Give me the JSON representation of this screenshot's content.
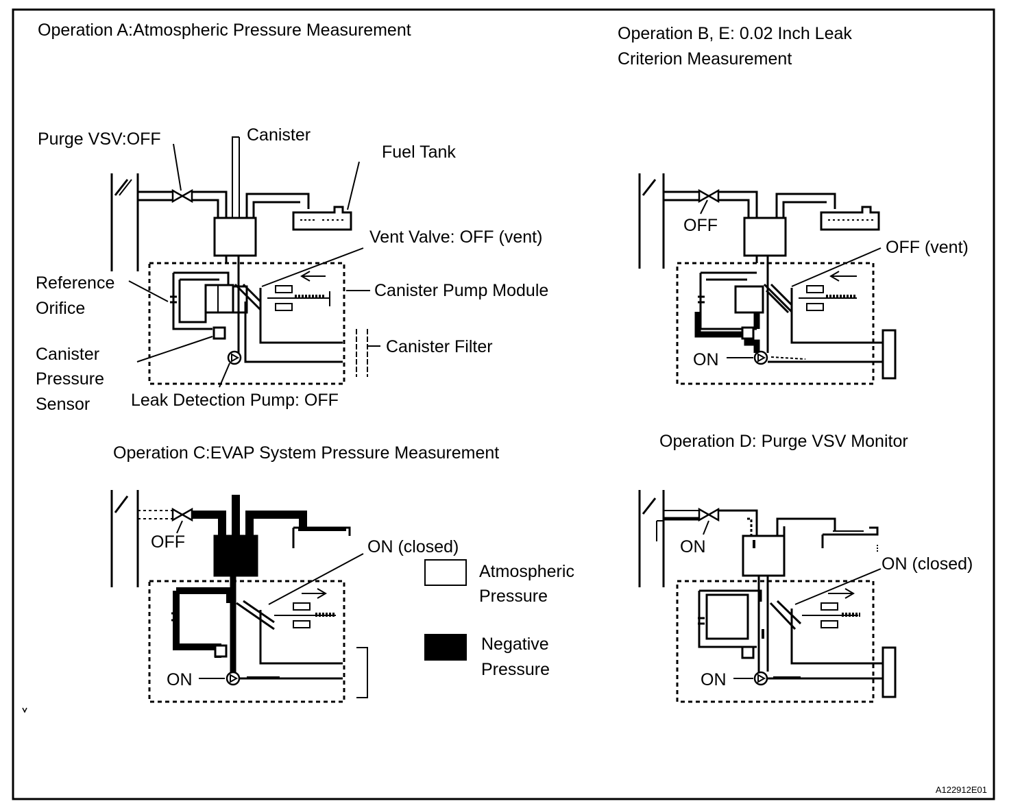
{
  "panels": {
    "a": {
      "title": "Operation A:Atmospheric Pressure Measurement",
      "purge_vsv": "Purge VSV:OFF",
      "canister": "Canister",
      "fuel_tank": "Fuel Tank",
      "vent_valve": "Vent Valve: OFF (vent)",
      "reference_orifice_1": "Reference",
      "reference_orifice_2": "Orifice",
      "canister_pump_module": "Canister Pump Module",
      "canister_filter": "Canister Filter",
      "canister_pressure_sensor_1": "Canister",
      "canister_pressure_sensor_2": "Pressure",
      "canister_pressure_sensor_3": "Sensor",
      "leak_detection_pump": "Leak Detection Pump: OFF"
    },
    "b": {
      "title_line1": "Operation B, E: 0.02 Inch Leak",
      "title_line2": "Criterion Measurement",
      "purge_state": "OFF",
      "vent_state": "OFF (vent)",
      "pump_state": "ON"
    },
    "c": {
      "title": "Operation C:EVAP System Pressure Measurement",
      "purge_state": "OFF",
      "vent_state": "ON (closed)",
      "pump_state": "ON"
    },
    "d": {
      "title": "Operation D: Purge VSV Monitor",
      "purge_state": "ON",
      "vent_state": "ON (closed)",
      "pump_state": "ON"
    }
  },
  "legend": {
    "atmospheric_1": "Atmospheric",
    "atmospheric_2": "Pressure",
    "negative_1": "Negative",
    "negative_2": "Pressure"
  },
  "figure_id": "A122912E01",
  "colors": {
    "line": "#000000",
    "background": "#ffffff"
  }
}
